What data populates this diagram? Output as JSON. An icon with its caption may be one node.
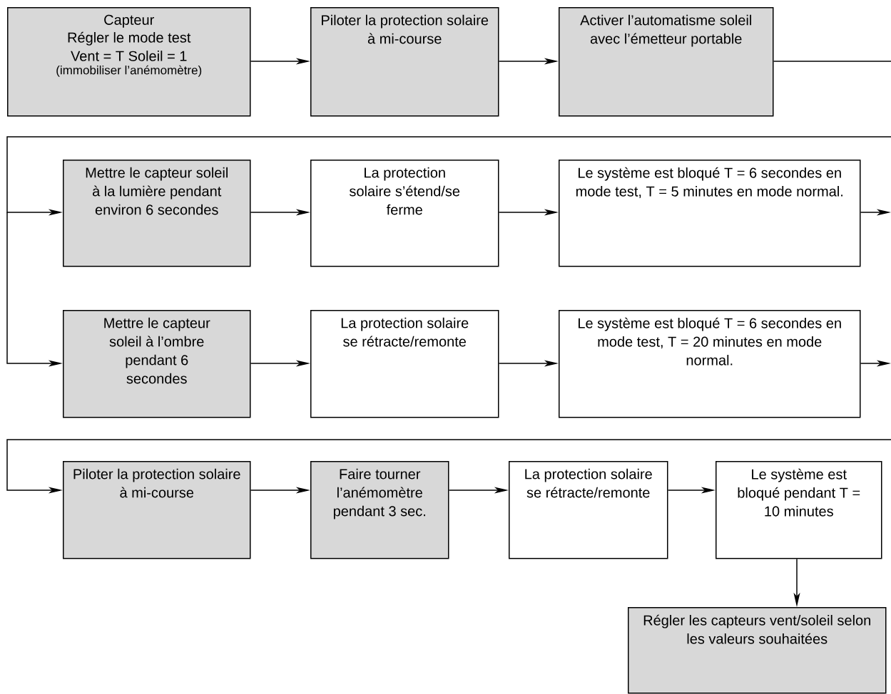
{
  "diagram": {
    "nodes": [
      {
        "text": [
          "Capteur",
          "Régler le mode test Vent = T Soleil = 1",
          "(immobiliser l’anémomètre)"
        ]
      },
      {
        "text": [
          "Piloter la protection solaire à mi-course"
        ]
      },
      {
        "text": [
          "Activer l’automatisme soleil avec l’émetteur portable"
        ]
      },
      {
        "text": [
          "Mettre le capteur soleil à la lumière pendant environ 6 secondes"
        ]
      },
      {
        "text": [
          "La protection solaire s’étend/se ferme"
        ]
      },
      {
        "text": [
          "Le système est bloqué T = 6 secondes en mode test, T = 5 minutes en mode normal."
        ]
      },
      {
        "text": [
          "Mettre le capteur soleil à l’ombre pendant 6 secondes"
        ]
      },
      {
        "text": [
          "La protection solaire se rétracte/remonte"
        ]
      },
      {
        "text": [
          "Le système est bloqué T = 6 secondes en mode test, T = 20 minutes en mode normal."
        ]
      },
      {
        "text": [
          "Piloter la protection solaire à mi-course"
        ]
      },
      {
        "text": [
          "Faire tourner l’anémomètre pendant 3 sec."
        ]
      },
      {
        "text": [
          "La protection solaire se rétracte/remonte"
        ]
      },
      {
        "text": [
          "Le système est bloqué pendant T = 10 minutes"
        ]
      },
      {
        "text": [
          "Régler les capteurs vent/soleil selon les valeurs souhaitées"
        ]
      }
    ],
    "edges": [
      {
        "from": 0,
        "to": 1,
        "arrow": "to"
      },
      {
        "from": 1,
        "to": 2,
        "arrow": "to"
      },
      {
        "from": 2,
        "to": null,
        "arrow": "none"
      },
      {
        "from": null,
        "to": 3,
        "arrow": "to"
      },
      {
        "from": null,
        "to": 6,
        "arrow": "to"
      },
      {
        "from": 3,
        "to": 4,
        "arrow": "to"
      },
      {
        "from": 4,
        "to": 5,
        "arrow": "to"
      },
      {
        "from": 5,
        "to": null,
        "arrow": "to"
      },
      {
        "from": 6,
        "to": 7,
        "arrow": "to"
      },
      {
        "from": 7,
        "to": 8,
        "arrow": "to"
      },
      {
        "from": 8,
        "to": null,
        "arrow": "to"
      },
      {
        "from": null,
        "to": 9,
        "arrow": "to"
      },
      {
        "from": 9,
        "to": 10,
        "arrow": "to"
      },
      {
        "from": 10,
        "to": 11,
        "arrow": "to"
      },
      {
        "from": 11,
        "to": 12,
        "arrow": "to"
      },
      {
        "from": 12,
        "to": 13,
        "arrow": "to"
      }
    ]
  }
}
